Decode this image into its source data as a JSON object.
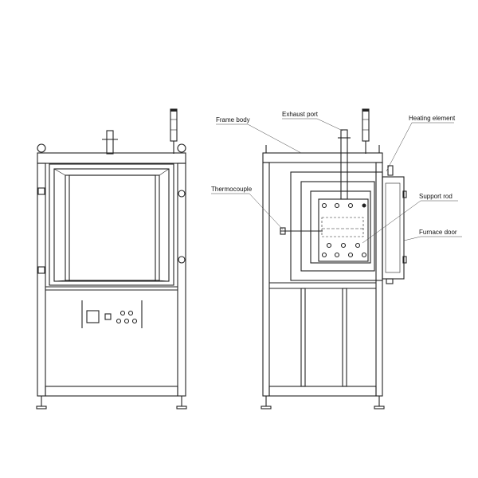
{
  "labels": {
    "frame_body": "Frame body",
    "exhaust_port": "Exhaust port",
    "heating_element": "Heating element",
    "thermocouple": "Thermocouple",
    "support_rod": "Support rod",
    "furnace_door": "Furnace door"
  },
  "colors": {
    "line": "#222222",
    "background": "#ffffff"
  }
}
